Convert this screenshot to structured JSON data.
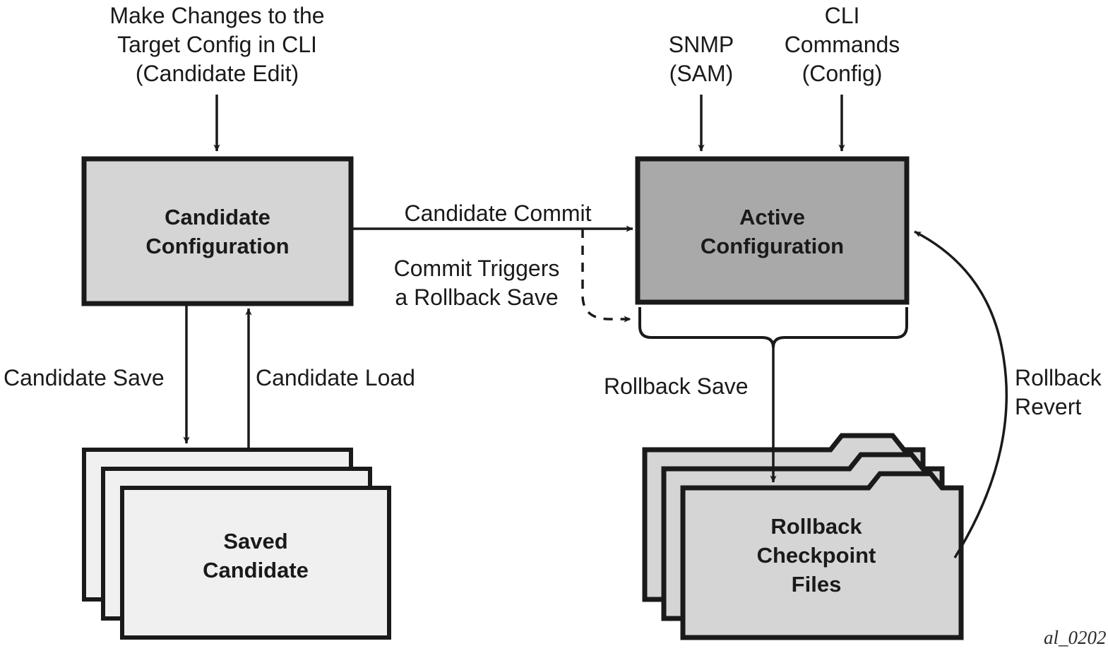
{
  "diagram": {
    "caption": "al_0202",
    "colors": {
      "candidate_fill": "#d5d5d5",
      "active_fill": "#a9a9a9",
      "saved_candidate_fill": "#f0f0f0",
      "rollback_folder_fill": "#d5d5d5",
      "stroke": "#1a1a1a",
      "background": "#ffffff"
    },
    "input_labels": [
      {
        "id": "candidate-edit",
        "text": "Make Changes to the\nTarget Config in CLI\n(Candidate Edit)"
      },
      {
        "id": "snmp-sam",
        "text": "SNMP\n(SAM)"
      },
      {
        "id": "cli-commands",
        "text": "CLI\nCommands\n(Config)"
      }
    ],
    "nodes": [
      {
        "id": "candidate-configuration",
        "text": "Candidate\nConfiguration"
      },
      {
        "id": "active-configuration",
        "text": "Active\nConfiguration"
      },
      {
        "id": "saved-candidate",
        "text": "Saved\nCandidate"
      },
      {
        "id": "rollback-checkpoint-files",
        "text": "Rollback\nCheckpoint\nFiles"
      }
    ],
    "edge_labels": [
      {
        "id": "candidate-commit",
        "text": "Candidate Commit"
      },
      {
        "id": "commit-triggers-rollback-save",
        "text": "Commit Triggers\na Rollback Save"
      },
      {
        "id": "candidate-save",
        "text": "Candidate Save"
      },
      {
        "id": "candidate-load",
        "text": "Candidate Load"
      },
      {
        "id": "rollback-save",
        "text": "Rollback Save"
      },
      {
        "id": "rollback-revert",
        "text": "Rollback\nRevert"
      }
    ]
  }
}
